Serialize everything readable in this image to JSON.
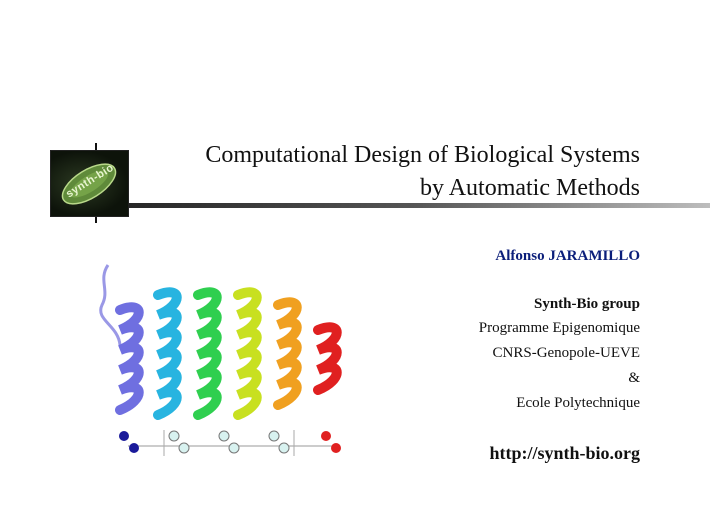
{
  "title": {
    "line1": "Computational Design of Biological Systems",
    "line2": "by Automatic Methods"
  },
  "logo": {
    "text": "synth-bio"
  },
  "author": "Alfonso JARAMILLO",
  "group": "Synth-Bio group",
  "affiliations": [
    "Programme Epigenomique",
    "CNRS-Genopole-UEVE",
    "&",
    "Ecole Polytechnique"
  ],
  "url": "http://synth-bio.org",
  "colors": {
    "author": "#0b1e7a",
    "helices": [
      "#6f6fe0",
      "#28b4e0",
      "#2fcf4f",
      "#c8e020",
      "#f0a020",
      "#e02020"
    ]
  }
}
